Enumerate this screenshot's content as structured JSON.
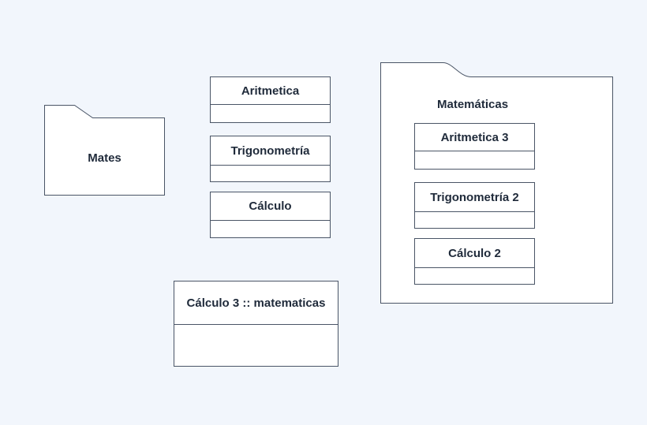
{
  "packages": {
    "mates": {
      "label": "Mates"
    },
    "matematicas": {
      "label": "Matemáticas"
    }
  },
  "classes": {
    "aritmetica": "Aritmetica",
    "trigonometria": "Trigonometría",
    "calculo": "Cálculo",
    "calculo3": "Cálculo 3 :: matematicas",
    "aritmetica3": "Aritmetica 3",
    "trigonometria2": "Trigonometría 2",
    "calculo2": "Cálculo 2"
  },
  "colors": {
    "background": "#f2f6fc",
    "stroke": "#4a5566",
    "fill": "#ffffff",
    "text": "#1f2a3a"
  }
}
